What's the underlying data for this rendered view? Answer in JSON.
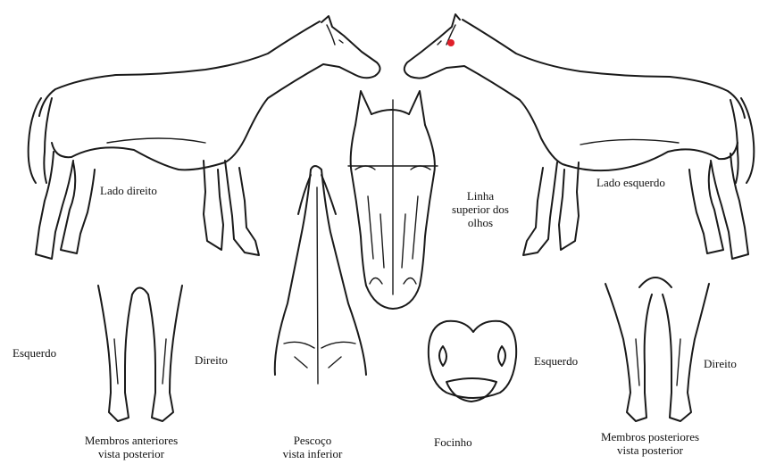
{
  "labels": {
    "lado_direito": "Lado direito",
    "lado_esquerdo": "Lado esquerdo",
    "linha_line1": "Linha",
    "linha_line2": "superior dos",
    "linha_line3": "olhos",
    "front_left": "Esquerdo",
    "front_right": "Direito",
    "front_caption_line1": "Membros anteriores",
    "front_caption_line2": "vista posterior",
    "neck_caption_line1": "Pescoço",
    "neck_caption_line2": "vista inferior",
    "muzzle_caption": "Focinho",
    "hind_left": "Esquerdo",
    "hind_right": "Direito",
    "hind_caption_line1": "Membros posteriores",
    "hind_caption_line2": "vista posterior"
  },
  "marker": {
    "color": "#e0202a"
  }
}
